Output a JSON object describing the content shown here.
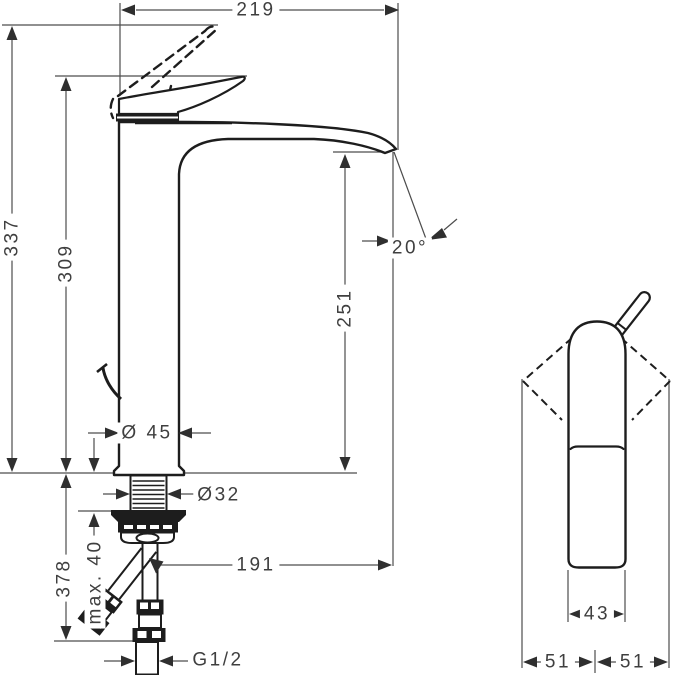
{
  "colors": {
    "background": "#ffffff",
    "object_line": "#1d1d1d",
    "dimension_line": "#4d4d4d",
    "text": "#3f3f3f"
  },
  "side_view": {
    "spout_width": "219",
    "total_height": "337",
    "handle_height": "309",
    "outlet_height": "251",
    "outlet_angle": "20°",
    "body_diameter": "Ø 45",
    "shank_diameter": "Ø32",
    "below_deck_length": "378",
    "max_mounting_thickness": "max. 40",
    "projection": "191",
    "connection_thread": "G1/2"
  },
  "front_view": {
    "body_width": "43",
    "swing_left": "51",
    "swing_right": "51"
  }
}
